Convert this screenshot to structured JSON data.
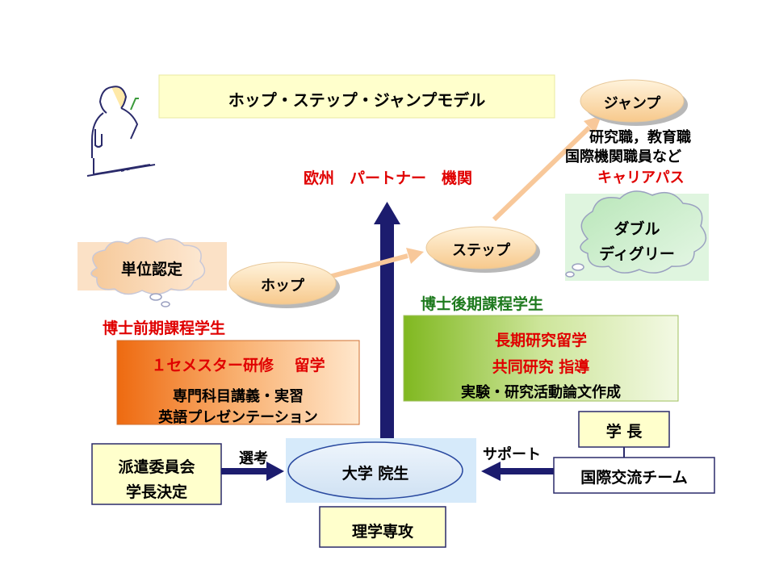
{
  "title": "ホップ・ステップ・ジャンプモデル",
  "partner": "欧州　パートナー　機関",
  "hop": "ホップ",
  "step": "ステップ",
  "jump": "ジャンプ",
  "credit": "単位認定",
  "double_degree": [
    "ダブル",
    "ディグリー"
  ],
  "career": {
    "line1": "研究職，教育職",
    "line2": "国際機関職員など",
    "line3": "キャリアパス"
  },
  "master": {
    "heading": "博士前期課程学生",
    "line1": "１セメスター研修　 留学",
    "line2": "専門科目講義・実習",
    "line3": "英語プレゼンテーション"
  },
  "doctor": {
    "heading": "博士後期課程学生",
    "line1": "長期研究留学",
    "line2": "共同研究 指導",
    "line3": "実験・研究活動論文作成"
  },
  "committee": [
    "派遣委員会",
    "学長決定"
  ],
  "selection": "選考",
  "student": "大学 院生",
  "support": "サポート",
  "president": "学 長",
  "team": "国際交流チーム",
  "dept": "理学専攻",
  "colors": {
    "title_bg": "#ffffcc",
    "oval_fill": "#ffe0b0",
    "arrow_orange": "#f8c89a",
    "arrow_navy": "#1c1c6e",
    "red_text": "#e00000",
    "green_text": "#1e7a1e",
    "student_fill": "#d8e8f8",
    "box_yellow": "#ffffcc",
    "master_orange": "#f07a20",
    "doctor_green": "#88bb22"
  },
  "icons": [
    "scientist-clipart-icon",
    "thought-cloud-icon"
  ]
}
